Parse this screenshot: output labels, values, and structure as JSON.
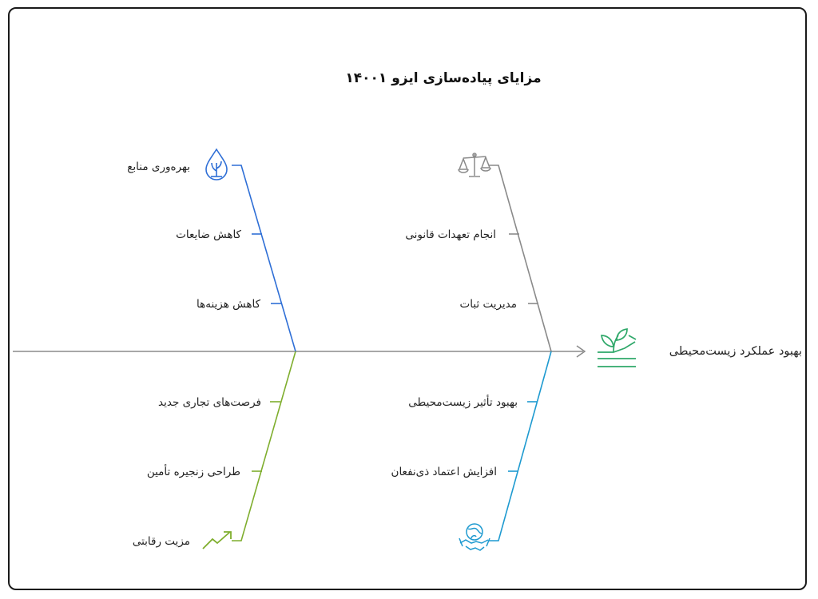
{
  "title": "مزایای پیاده‌سازی ایزو ۱۴۰۰۱",
  "head": {
    "label": "بهبود عملکرد زیست‌محیطی",
    "icon": "plant-hand-icon"
  },
  "branches": {
    "top_left": {
      "color": "#2f6fd6",
      "icon": "water-drop-plant-icon",
      "head_label": "بهره‌وری منابع",
      "items": [
        "کاهش ضایعات",
        "کاهش هزینه‌ها"
      ]
    },
    "top_right": {
      "color": "#8a8a8a",
      "icon": "balance-scale-icon",
      "items": [
        "انجام تعهدات قانونی",
        "مدیریت ثبات"
      ]
    },
    "bottom_left": {
      "color": "#7fae2e",
      "icon": "trend-up-icon",
      "items": [
        "فرصت‌های تجاری جدید",
        "طراحی زنجیره تأمین"
      ],
      "tail_label": "مزیت رقابتی"
    },
    "bottom_right": {
      "color": "#1e9ad0",
      "icon": "globe-handshake-icon",
      "items": [
        "بهبود تأثیر زیست‌محیطی",
        "افزایش اعتماد ذی‌نفعان"
      ]
    }
  },
  "colors": {
    "spine": "#8a8a8a",
    "head_icon": "#2fa86a"
  }
}
